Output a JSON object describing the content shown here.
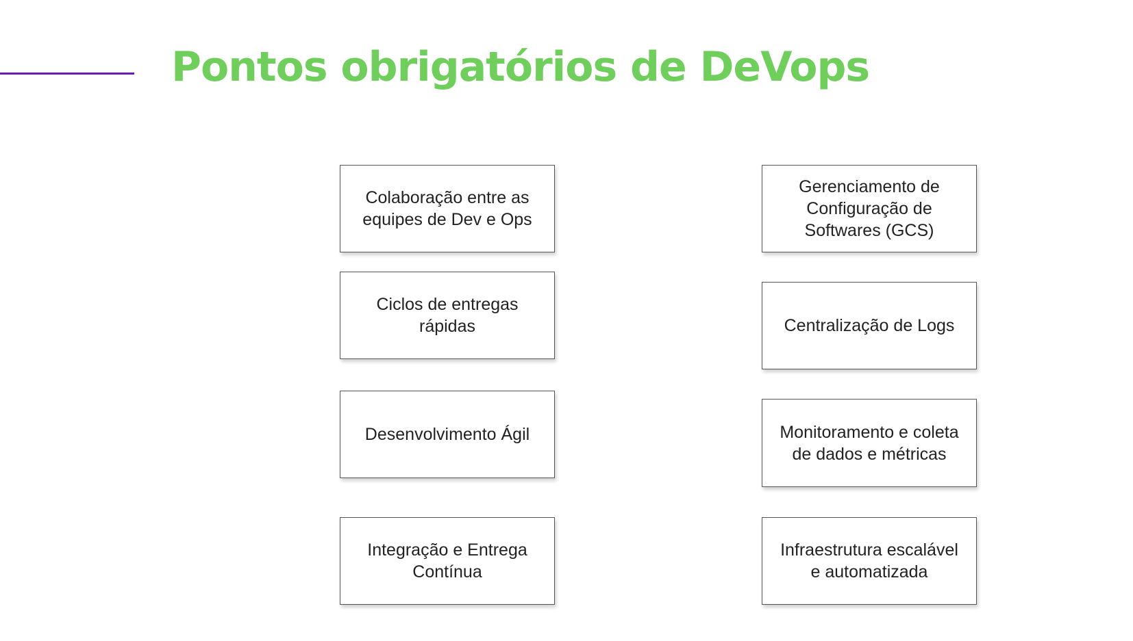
{
  "slide": {
    "title": "Pontos obrigatórios de DeVops",
    "accent_color": "#6a1bb3",
    "title_color": "#6fce5c"
  },
  "left_column": [
    "Colaboração entre as equipes de Dev e Ops",
    "Ciclos de entregas rápidas",
    "Desenvolvimento Ágil",
    "Integração e Entrega Contínua"
  ],
  "right_column": [
    "Gerenciamento de Configuração de Softwares (GCS)",
    "Centralização de Logs",
    "Monitoramento e coleta de dados e métricas",
    "Infraestrutura escalável e automatizada"
  ]
}
